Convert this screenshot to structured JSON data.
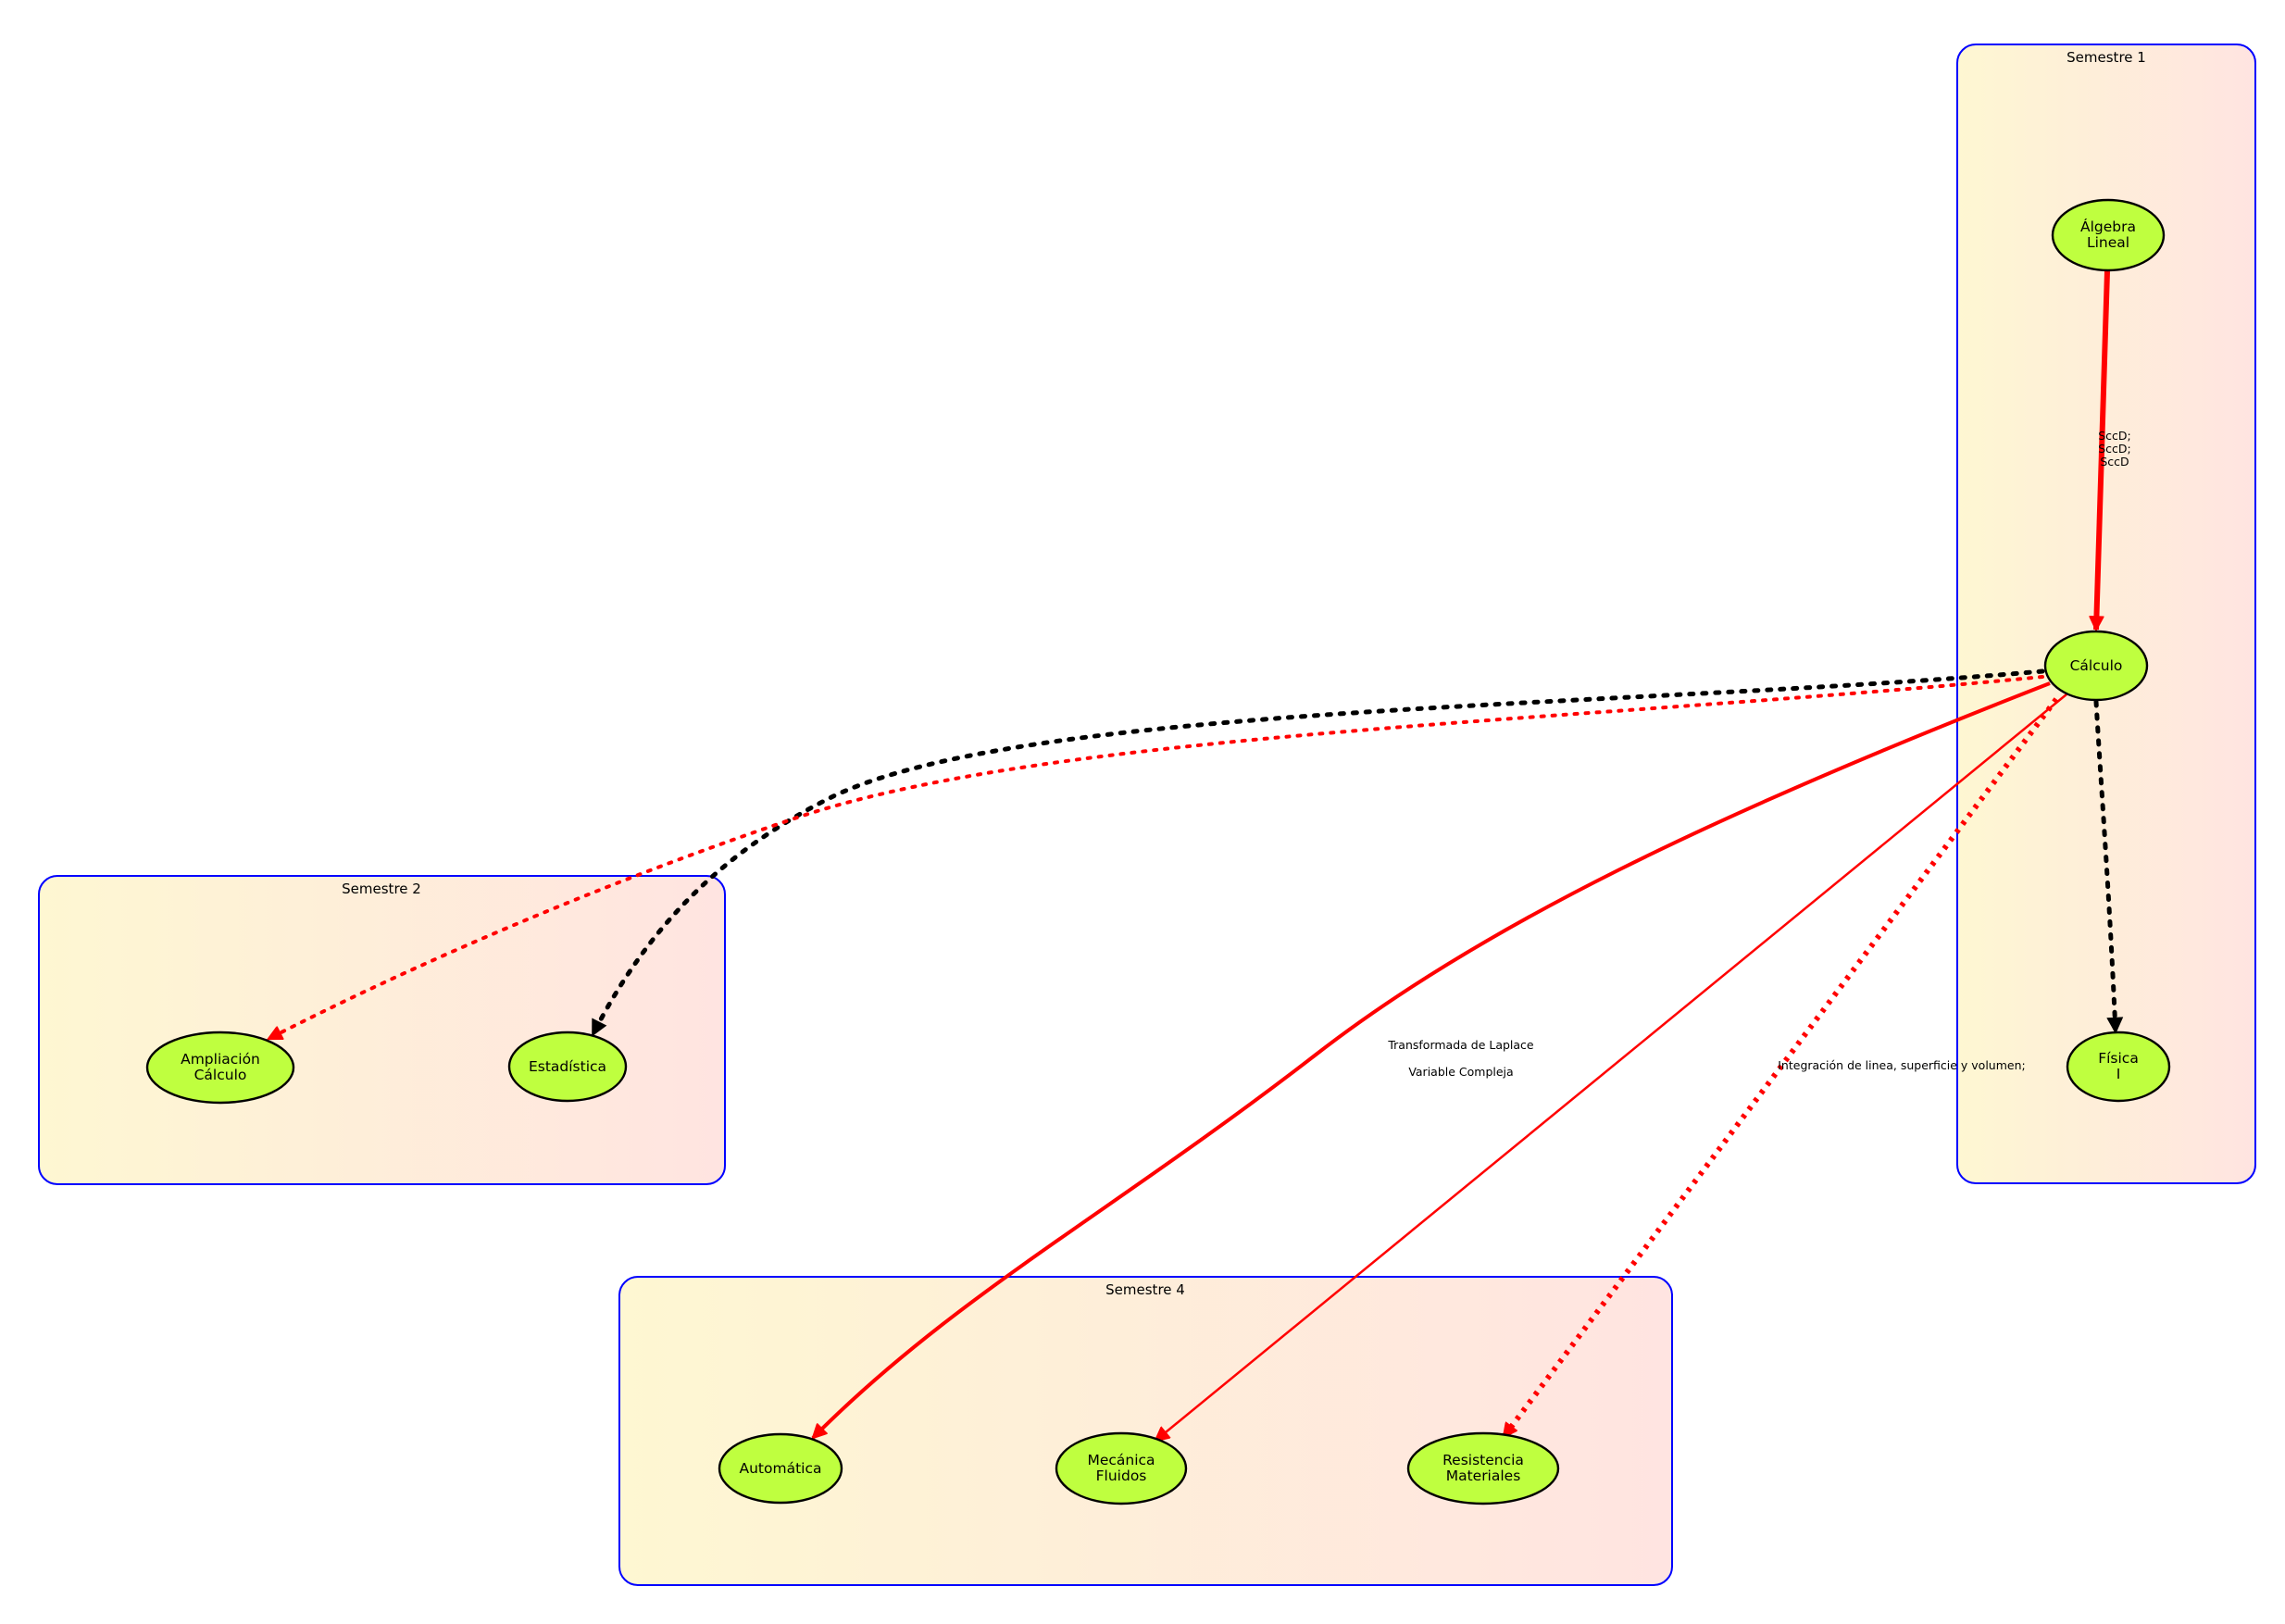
{
  "colors": {
    "background": "#ffffff",
    "cluster_border": "#0000ff",
    "cluster_gradient_start": "#fef7d2",
    "cluster_gradient_end": "#ffe4e1",
    "node_fill": "#bfff3f",
    "node_border": "#000000",
    "edge_red": "#ff0000",
    "edge_black": "#000000"
  },
  "clusters": {
    "semestre1": {
      "label": "Semestre 1"
    },
    "semestre2": {
      "label": "Semestre 2"
    },
    "semestre4": {
      "label": "Semestre 4"
    }
  },
  "nodes": {
    "algebra": {
      "line1": "Álgebra",
      "line2": "Lineal"
    },
    "calculo": {
      "line1": "Cálculo"
    },
    "fisica": {
      "line1": "Física",
      "line2": "I"
    },
    "ampliacion": {
      "line1": "Ampliación",
      "line2": "Cálculo"
    },
    "estadistica": {
      "line1": "Estadística"
    },
    "automatica": {
      "line1": "Automática"
    },
    "mecanica": {
      "line1": "Mecánica",
      "line2": "Fluidos"
    },
    "resistencia": {
      "line1": "Resistencia",
      "line2": "Materiales"
    }
  },
  "edge_labels": {
    "algebra_calculo": [
      "SccD;",
      "SccD;",
      "SccD"
    ],
    "calculo_automatica": "Transformada de Laplace",
    "calculo_mecanica": "Variable Compleja",
    "calculo_resistencia": "Integración de linea, superficie y volumen;"
  },
  "edges": [
    {
      "id": "edge-algebra-calculo",
      "from": "Álgebra Lineal",
      "to": "Cálculo",
      "color": "red",
      "style": "solid",
      "weight": "heavy"
    },
    {
      "id": "edge-calculo-fisica",
      "from": "Cálculo",
      "to": "Física I",
      "color": "black",
      "style": "dotted",
      "weight": "heavy"
    },
    {
      "id": "edge-calculo-estadistica",
      "from": "Cálculo",
      "to": "Estadística",
      "color": "black",
      "style": "dotted",
      "weight": "heavy"
    },
    {
      "id": "edge-calculo-ampliacion",
      "from": "Cálculo",
      "to": "Ampliación Cálculo",
      "color": "red",
      "style": "dotted",
      "weight": "medium"
    },
    {
      "id": "edge-calculo-automatica",
      "from": "Cálculo",
      "to": "Automática",
      "color": "red",
      "style": "solid",
      "weight": "medium"
    },
    {
      "id": "edge-calculo-mecanica",
      "from": "Cálculo",
      "to": "Mecánica Fluidos",
      "color": "red",
      "style": "solid",
      "weight": "light"
    },
    {
      "id": "edge-calculo-resistencia",
      "from": "Cálculo",
      "to": "Resistencia Materiales",
      "color": "red",
      "style": "dotted",
      "weight": "heavy"
    }
  ]
}
